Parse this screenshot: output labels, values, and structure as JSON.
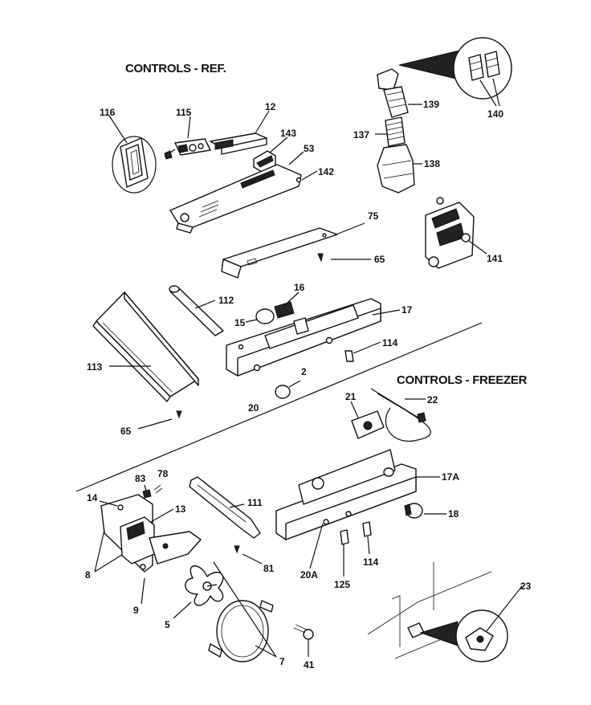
{
  "sections": {
    "ref_title": "CONTROLS - REF.",
    "freezer_title": "CONTROLS - FREEZER"
  },
  "callouts": {
    "c116": "116",
    "c115": "115",
    "c12": "12",
    "c143": "143",
    "c53": "53",
    "c142": "142",
    "c139": "139",
    "c140": "140",
    "c137": "137",
    "c138": "138",
    "c141": "141",
    "c75": "75",
    "c65a": "65",
    "c16": "16",
    "c112": "112",
    "c17": "17",
    "c15": "15",
    "c114a": "114",
    "c113": "113",
    "c2": "2",
    "c20": "20",
    "c65b": "65",
    "c21": "21",
    "c22": "22",
    "c17a": "17A",
    "c83": "83",
    "c78": "78",
    "c14": "14",
    "c13": "13",
    "c111": "111",
    "c18": "18",
    "c8": "8",
    "c81": "81",
    "c20a": "20A",
    "c114b": "114",
    "c125": "125",
    "c9": "9",
    "c5": "5",
    "c23": "23",
    "c41": "41",
    "c7": "7"
  }
}
